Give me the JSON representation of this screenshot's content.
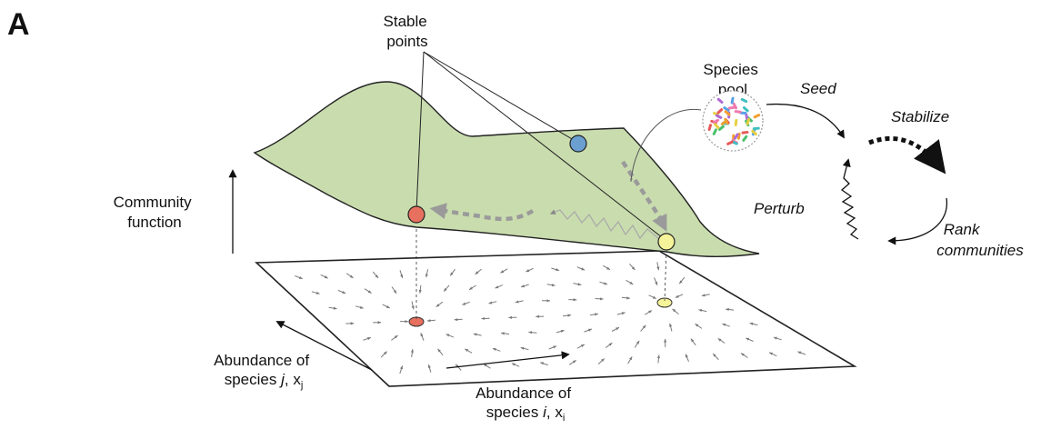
{
  "panel_letter": "A",
  "stable_points": {
    "line1": "Stable",
    "line2": "points"
  },
  "species_pool": {
    "line1": "Species",
    "line2": "pool"
  },
  "y_axis": {
    "line1": "Community",
    "line2": "function"
  },
  "cycle": {
    "seed": "Seed",
    "stabilize": "Stabilize",
    "perturb": "Perturb",
    "rank_line1": "Rank",
    "rank_line2": "communities"
  },
  "axis_j": {
    "line1": "Abundance of",
    "line2_prefix": "species ",
    "line2_var": "j",
    "line2_sep": ", x",
    "line2_sub": "j"
  },
  "axis_i": {
    "line1": "Abundance of",
    "line2_prefix": "species ",
    "line2_var": "i",
    "line2_sep": ", x",
    "line2_sub": "i"
  },
  "colors": {
    "surface": "#c9dcae",
    "point_red": "#e8705e",
    "point_blue": "#6a9fd0",
    "point_yellow": "#f6f49a",
    "dashed_arrow": "#9a9a9a",
    "plane_arrows": "#7a7a7a"
  }
}
